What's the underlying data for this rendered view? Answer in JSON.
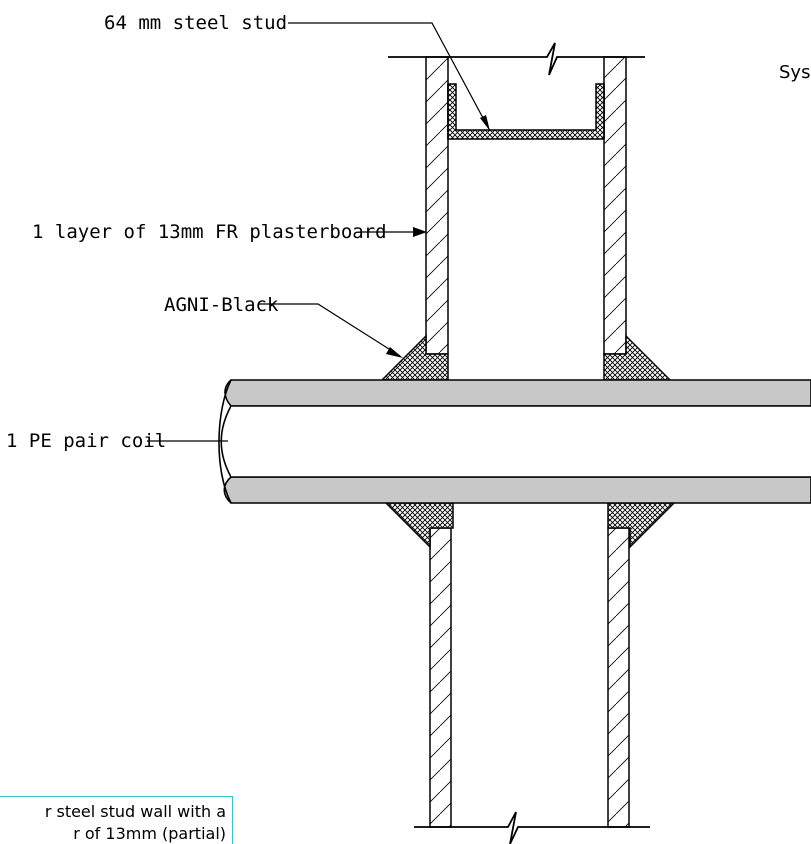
{
  "labels": {
    "steel_stud": "64 mm steel stud",
    "plasterboard": "1 layer of 13mm FR plasterboard",
    "sealant": "AGNI-Black",
    "pipe": "1 PE pair coil"
  },
  "system_label_partial": "Sys",
  "note": {
    "line1": "r steel stud wall with a",
    "line2": "r of 13mm (partial)"
  },
  "colors": {
    "pipe_fill": "#c8c8c8",
    "note_border": "#3cc7c7",
    "line": "#000000"
  }
}
